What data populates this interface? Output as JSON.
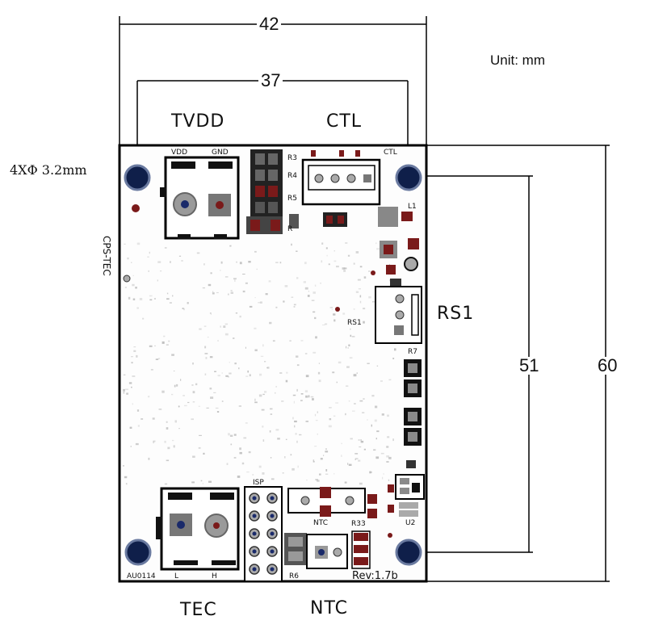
{
  "unit_label": "Unit: mm",
  "dimensions": {
    "width_outer": "42",
    "width_inner": "37",
    "height_outer": "60",
    "height_inner": "51"
  },
  "hole_label": "4XΦ 3.2mm",
  "connector_labels": {
    "tvdd": "TVDD",
    "ctl": "CTL",
    "rs1": "RS1",
    "tec": "TEC",
    "ntc": "NTC"
  },
  "board": {
    "model": "CPS-TEC",
    "code": "AU0114",
    "revision": "Rev:1.7b",
    "silkscreen": {
      "vdd": "VDD",
      "gnd": "GND",
      "ctl": "CTL",
      "r3": "R3",
      "r4": "R4",
      "r5": "R5",
      "r": "R",
      "l1": "L1",
      "rs1": "RS1",
      "r7": "R7",
      "u2": "U2",
      "isp": "ISP",
      "ntc": "NTC",
      "r33": "R33",
      "r6": "R6",
      "l": "L",
      "h": "H"
    }
  },
  "colors": {
    "board_outline": "#000000",
    "pad_black": "#111111",
    "pad_dark_red": "#7a1a1a",
    "pad_grey": "#8a8a8a",
    "mount_hole": "#1a2a5a",
    "line": "#000000"
  }
}
